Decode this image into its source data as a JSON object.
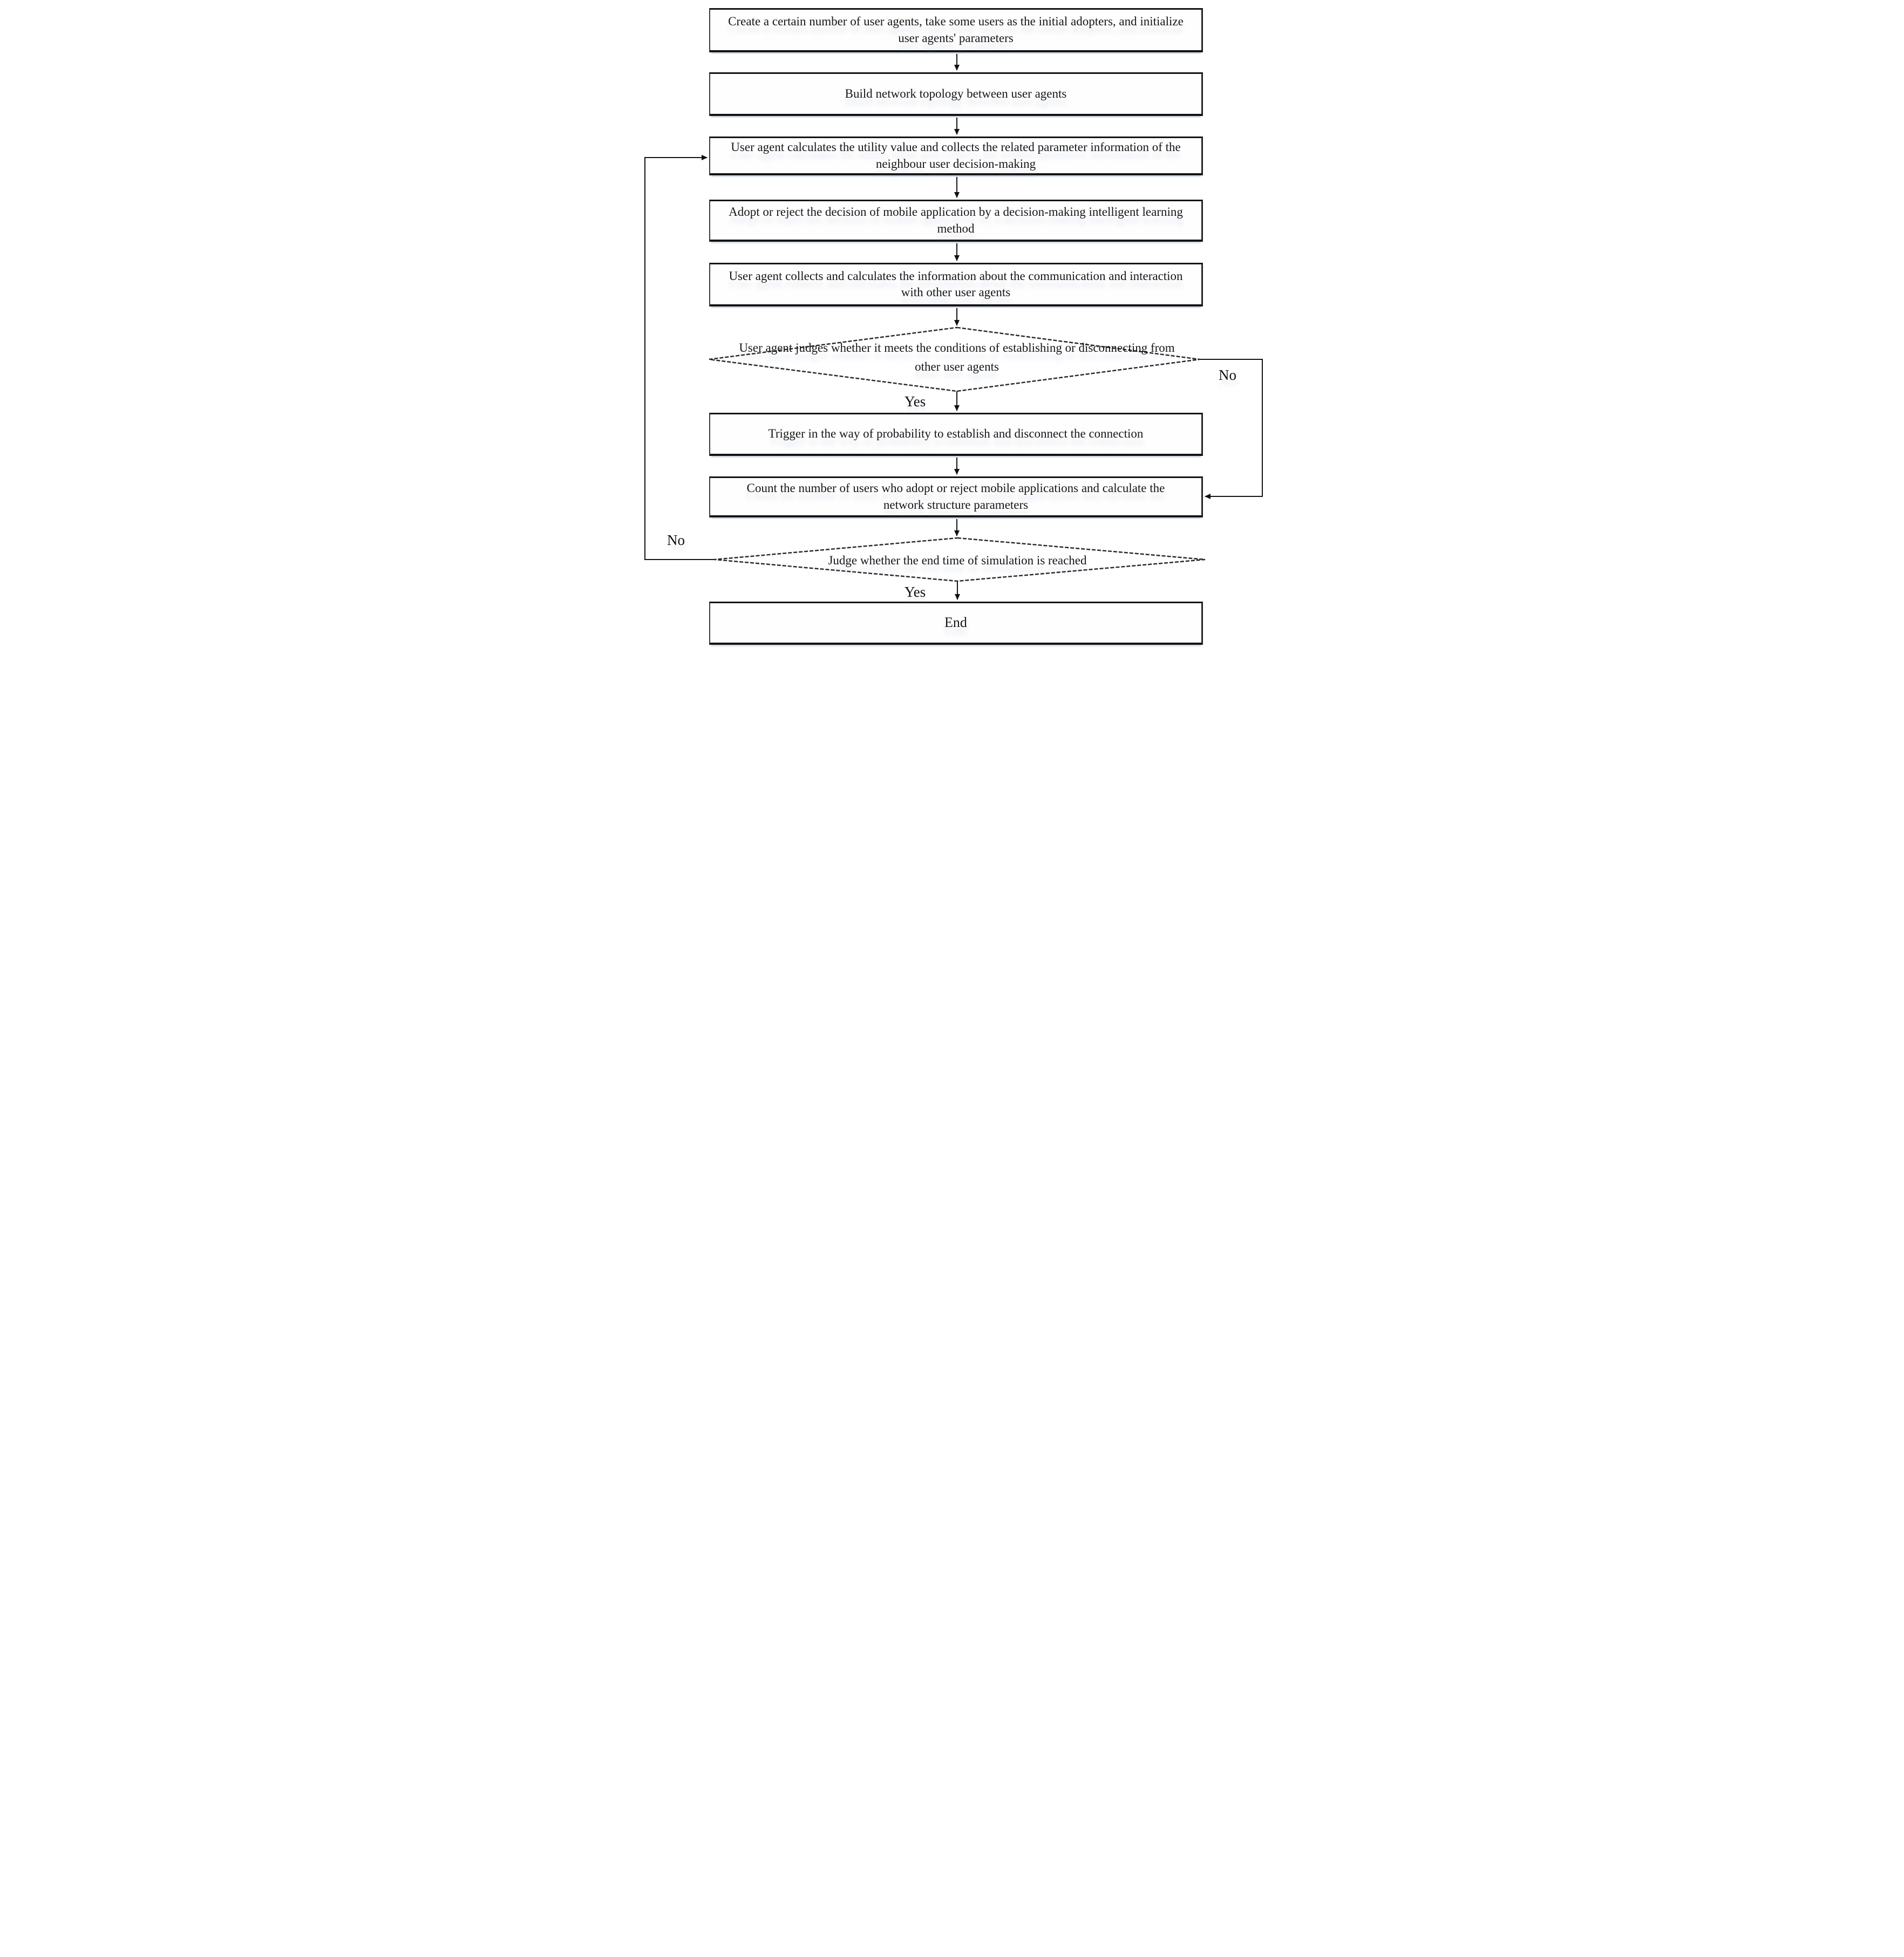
{
  "flowchart": {
    "nodes": {
      "create": {
        "label": "Create a certain number of user agents, take some users as the initial adopters, and initialize user agents' parameters"
      },
      "build": {
        "label": "Build network topology between user agents"
      },
      "utility": {
        "label": "User agent calculates the utility value and collects the related parameter information of the neighbour user decision-making"
      },
      "adopt": {
        "label": "Adopt or reject the decision of mobile application by a decision-making intelligent learning method"
      },
      "collect": {
        "label": "User agent collects and calculates the information about the communication and interaction with other user agents"
      },
      "judge_conditions": {
        "label": "User agent judges whether it meets the conditions of establishing or disconnecting from other user agents"
      },
      "trigger": {
        "label": "Trigger in the way of probability to establish and disconnect the connection"
      },
      "count": {
        "label": "Count the number of users who adopt or reject mobile applications and calculate the network structure parameters"
      },
      "judge_end": {
        "label": "Judge whether the end time of simulation is reached"
      },
      "end": {
        "label": "End"
      }
    },
    "edge_labels": {
      "conditions_yes": "Yes",
      "conditions_no": "No",
      "end_yes": "Yes",
      "end_no": "No"
    }
  }
}
